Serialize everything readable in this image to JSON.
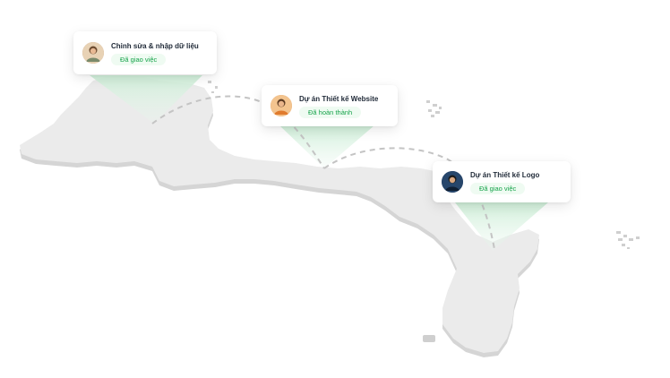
{
  "cards": [
    {
      "title": "Chỉnh sửa & nhập dữ liệu",
      "status": "Đã giao việc",
      "avatar_color": "#c9a27a"
    },
    {
      "title": "Dự án Thiết kế Website",
      "status": "Đã hoàn thành",
      "avatar_color": "#e39b5a"
    },
    {
      "title": "Dự án Thiết kế Logo",
      "status": "Đã giao việc",
      "avatar_color": "#1e3a5f"
    }
  ],
  "colors": {
    "map_fill": "#ebebeb",
    "map_shadow": "#d6d6d6",
    "route_line": "#c4c4c4",
    "beam": "#d6f2de",
    "badge_text": "#16a34a",
    "badge_bg": "#effbf2"
  }
}
